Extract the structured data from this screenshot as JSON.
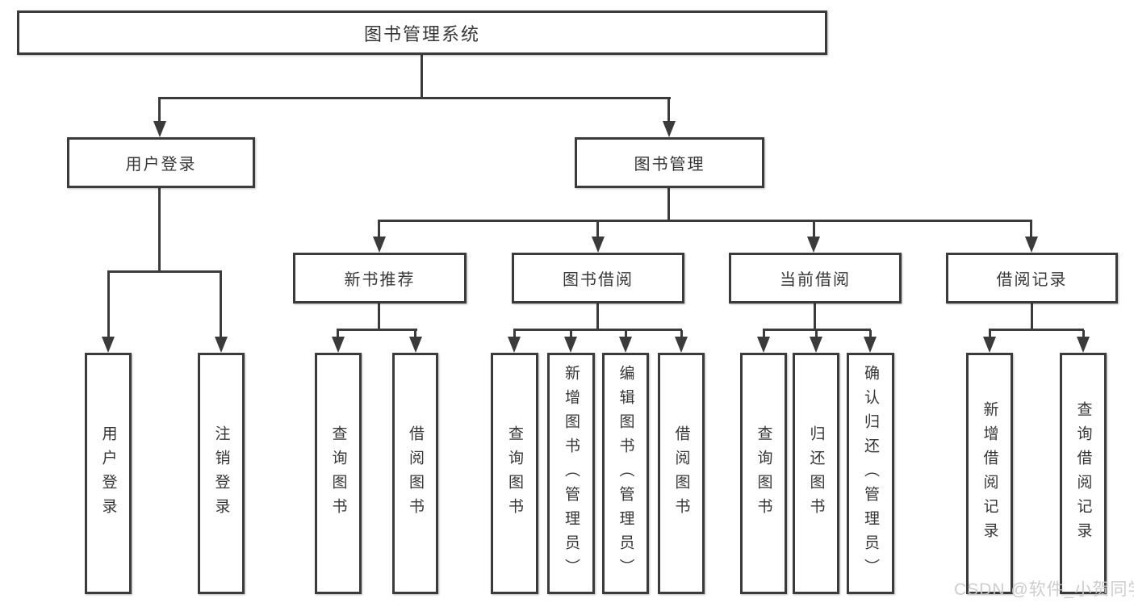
{
  "tree": {
    "root": {
      "label": "图书管理系统"
    },
    "branches": [
      {
        "label": "用户登录",
        "leaves": [
          {
            "label": "用户登录"
          },
          {
            "label": "注销登录"
          }
        ]
      },
      {
        "label": "图书管理",
        "groups": [
          {
            "label": "新书推荐",
            "leaves": [
              {
                "label": "查询图书"
              },
              {
                "label": "借阅图书"
              }
            ]
          },
          {
            "label": "图书借阅",
            "leaves": [
              {
                "label": "查询图书"
              },
              {
                "label": "新增图书（管理员）"
              },
              {
                "label": "编辑图书（管理员）"
              },
              {
                "label": "借阅图书"
              }
            ]
          },
          {
            "label": "当前借阅",
            "leaves": [
              {
                "label": "查询图书"
              },
              {
                "label": "归还图书"
              },
              {
                "label": "确认归还（管理员）"
              }
            ]
          },
          {
            "label": "借阅记录",
            "leaves": [
              {
                "label": "新增借阅记录"
              },
              {
                "label": "查询借阅记录"
              }
            ]
          }
        ]
      }
    ]
  },
  "watermark": {
    "text": "CSDN @软件_小贺同学"
  },
  "colors": {
    "background": "#ffffff",
    "border": "#3b3b3b",
    "line": "#3b3b3b",
    "text": "#363636",
    "watermark": "#c9c9c9"
  }
}
